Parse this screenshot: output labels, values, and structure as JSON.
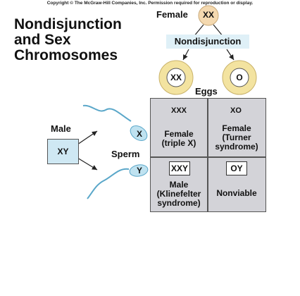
{
  "copyright": "Copyright © The McGraw-Hill Companies, Inc. Permission required for reproduction or display.",
  "title_lines": [
    "Nondisjunction",
    "and Sex",
    "Chromosomes"
  ],
  "female": {
    "label": "Female",
    "karyotype": "XX"
  },
  "nondisjunction_label": "Nondisjunction",
  "eggs": {
    "label": "Eggs",
    "left": "XX",
    "right": "O"
  },
  "male": {
    "label": "Male",
    "karyotype": "XY"
  },
  "sperm": {
    "label": "Sperm",
    "top": "X",
    "bottom": "Y"
  },
  "grid": {
    "top_left": {
      "karyotype": "XXX",
      "lines": [
        "Female",
        "(triple X)"
      ]
    },
    "top_right": {
      "karyotype": "XO",
      "lines": [
        "Female",
        "(Turner",
        "syndrome)"
      ]
    },
    "bottom_left": {
      "karyotype": "XXY",
      "lines": [
        "Male",
        "(Klinefelter",
        "syndrome)"
      ]
    },
    "bottom_right": {
      "karyotype": "OY",
      "lines": [
        "Nonviable"
      ]
    }
  },
  "colors": {
    "egg_ring": "#f3e3a0",
    "female_circle": "#f4d9b0",
    "sperm_body": "#bfe2f0",
    "grid_fill": "#d3d3d8",
    "nondisjunction_box": "#dff0f7",
    "male_box": "#cfe8f3"
  }
}
